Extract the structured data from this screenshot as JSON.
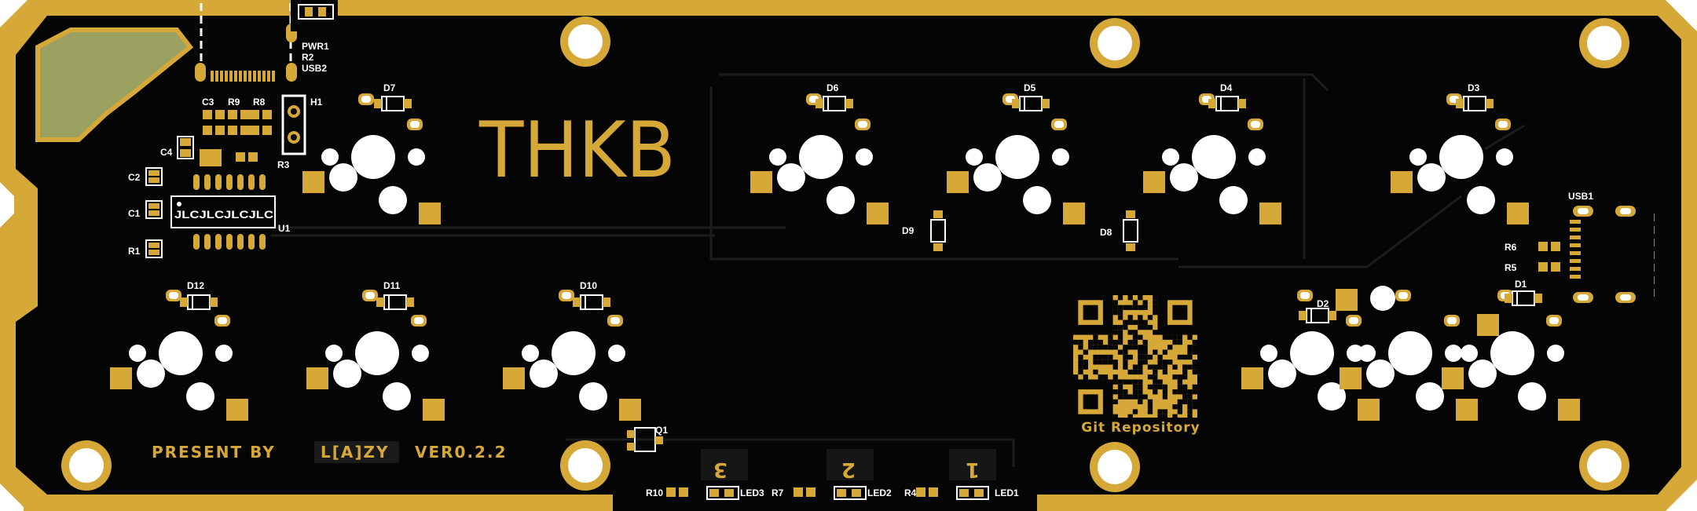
{
  "board": {
    "logo": "THKB",
    "footer_credit_prefix": "PRESENT BY",
    "footer_credit_name": "L[A]ZY",
    "footer_version": "VER0.2.2",
    "qr_caption": "Git Repository"
  },
  "labels": {
    "pwr1": "PWR1",
    "r2": "R2",
    "usb2": "USB2",
    "h1": "H1",
    "r3": "R3",
    "c3": "C3",
    "r9": "R9",
    "r8": "R8",
    "c4": "C4",
    "c2": "C2",
    "c1": "C1",
    "r1": "R1",
    "u1": "U1",
    "u1_marking": "JLCJLCJLCJLC",
    "d1": "D1",
    "d2": "D2",
    "d3": "D3",
    "d4": "D4",
    "d5": "D5",
    "d6": "D6",
    "d7": "D7",
    "d8": "D8",
    "d9": "D9",
    "d10": "D10",
    "d11": "D11",
    "d12": "D12",
    "usb1": "USB1",
    "r5": "R5",
    "r6": "R6",
    "q1": "Q1",
    "r10": "R10",
    "led3": "LED3",
    "r7": "R7",
    "led2": "LED2",
    "r4": "R4",
    "led1": "LED1",
    "num3": "3",
    "num2": "2",
    "num1": "1"
  },
  "colors": {
    "gold": "#d6a838",
    "mask": "#050505",
    "trace": "#202020",
    "silk": "#ffffff",
    "pad_olive": "#9aa060"
  }
}
